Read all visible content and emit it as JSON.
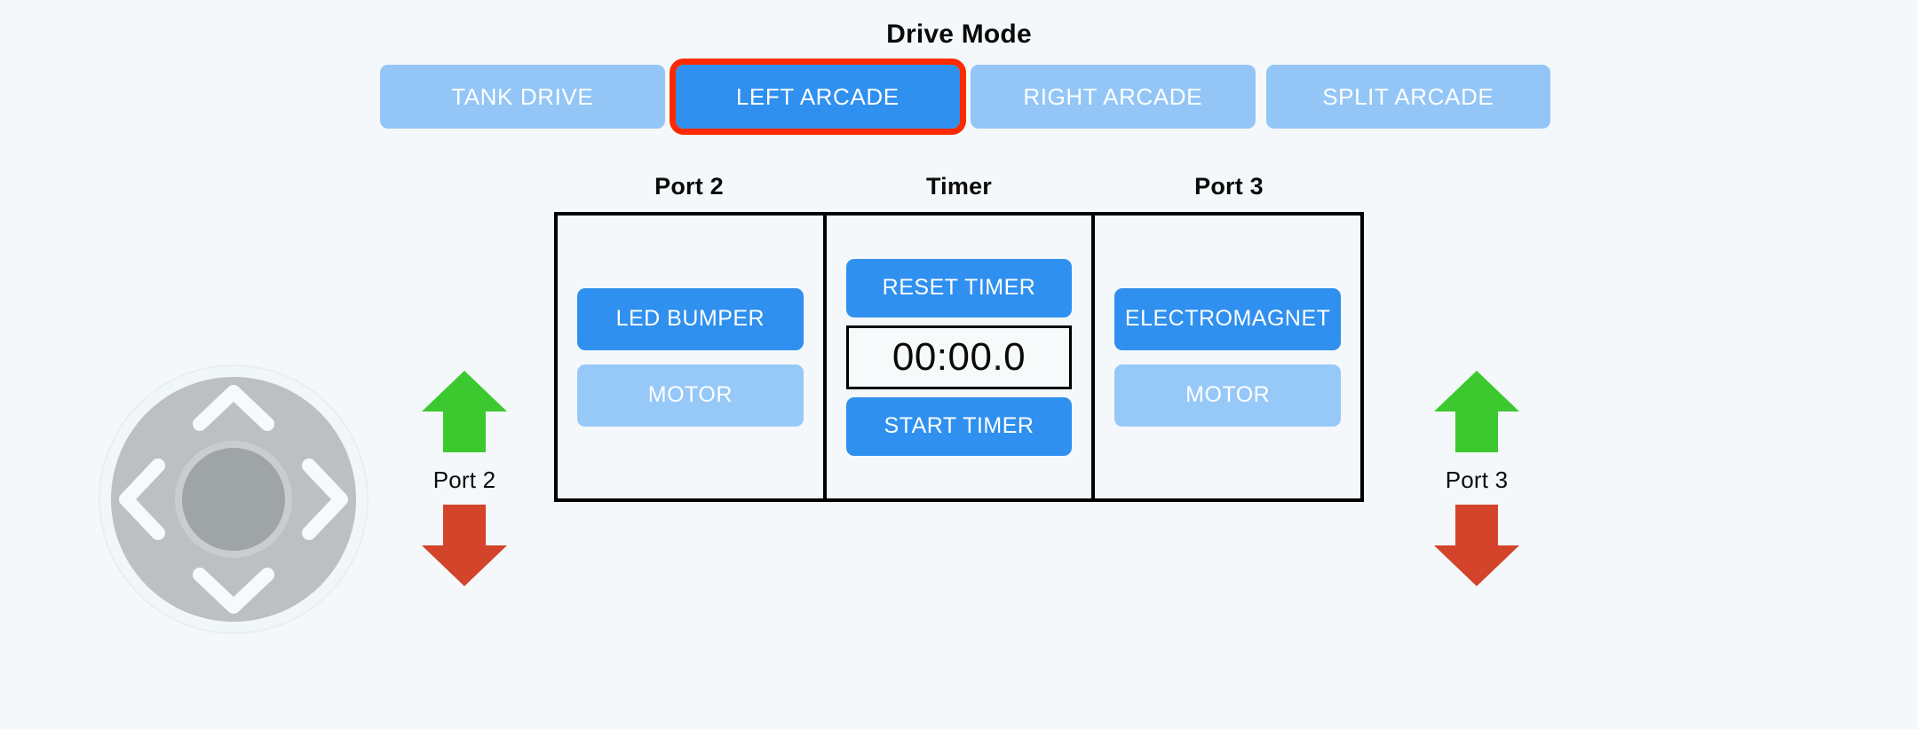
{
  "header": {
    "title": "Drive Mode"
  },
  "drive_modes": {
    "active_index": 1,
    "options": [
      {
        "label": "TANK DRIVE",
        "active": false
      },
      {
        "label": "LEFT ARCADE",
        "active": true
      },
      {
        "label": "RIGHT ARCADE",
        "active": false
      },
      {
        "label": "SPLIT ARCADE",
        "active": false
      }
    ]
  },
  "panels": {
    "headers": [
      "Port 2",
      "Timer",
      "Port 3"
    ],
    "port2": {
      "title": "Port 2",
      "buttons": [
        {
          "label": "LED BUMPER",
          "state": "primary"
        },
        {
          "label": "MOTOR",
          "state": "secondary"
        }
      ]
    },
    "timer": {
      "title": "Timer",
      "reset_label": "RESET TIMER",
      "display_value": "00:00.0",
      "start_label": "START TIMER"
    },
    "port3": {
      "title": "Port 3",
      "buttons": [
        {
          "label": "ELECTROMAGNET",
          "state": "primary"
        },
        {
          "label": "MOTOR",
          "state": "secondary"
        }
      ]
    }
  },
  "arrow_controls": {
    "left": {
      "label": "Port 2",
      "up_icon": "arrow-up-icon",
      "down_icon": "arrow-down-icon"
    },
    "right": {
      "label": "Port 3",
      "up_icon": "arrow-up-icon",
      "down_icon": "arrow-down-icon"
    }
  },
  "dpad": {
    "icon": "dpad-joystick",
    "directions": [
      "up",
      "left",
      "right",
      "down"
    ]
  },
  "colors": {
    "background": "#f4f8fa",
    "accent_active": "#2f90ef",
    "accent_inactive": "#93c6f7",
    "highlight_outline": "#fc2a00",
    "arrow_up": "#3cc92f",
    "arrow_down": "#d3442a",
    "dpad_ring": "#bcc0c2",
    "dpad_hub": "#9fa4a7",
    "text_dark": "#0a0a0a"
  }
}
